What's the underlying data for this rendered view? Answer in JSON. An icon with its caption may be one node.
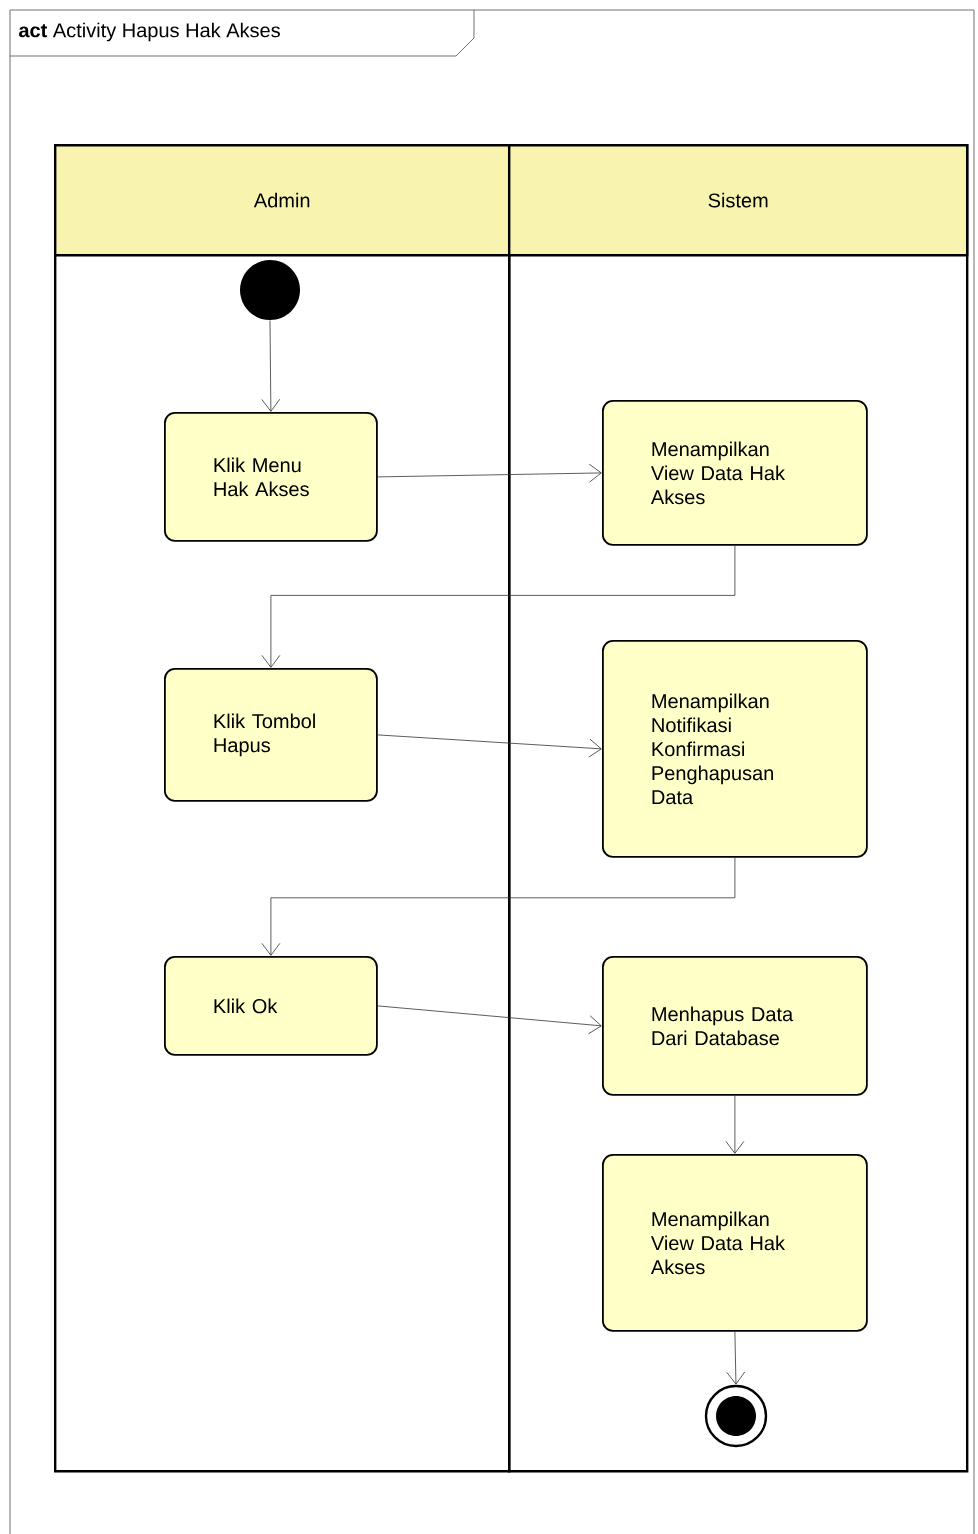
{
  "diagram": {
    "title": "**act** Activity Hapus Hak Akses",
    "nodes": [
      {
        "text": [
          "Admin"
        ]
      },
      {
        "text": [
          "Sistem"
        ]
      },
      {
        "text": [],
        "shape": "circle",
        "in": 0
      },
      {
        "text": [
          "Klik Menu Hak Akses"
        ],
        "in": 0
      },
      {
        "text": [
          "Menampilkan View Data Hak Akses"
        ],
        "in": 1
      },
      {
        "text": [
          "Klik Tombol Hapus"
        ],
        "in": 0
      },
      {
        "text": [
          "Menampilkan Notifikasi Konfirmasi Penghapusan Data"
        ],
        "in": 1
      },
      {
        "text": [
          "Klik Ok"
        ],
        "in": 0
      },
      {
        "text": [
          "Menhapus Data Dari Database"
        ],
        "in": 1
      },
      {
        "text": [
          "Menampilkan View Data Hak Akses"
        ],
        "in": 1
      },
      {
        "text": [],
        "shape": "circle",
        "in": 1
      }
    ],
    "edges": [
      {
        "from": 2,
        "to": 3,
        "arrow": "to"
      },
      {
        "from": 3,
        "to": 4,
        "arrow": "to"
      },
      {
        "from": 4,
        "to": 5,
        "arrow": "to"
      },
      {
        "from": 5,
        "to": 6,
        "arrow": "to"
      },
      {
        "from": 6,
        "to": 7,
        "arrow": "to"
      },
      {
        "from": 7,
        "to": 8,
        "arrow": "to"
      },
      {
        "from": 8,
        "to": 9,
        "arrow": "to"
      },
      {
        "from": 9,
        "to": 10,
        "arrow": "to"
      }
    ]
  }
}
